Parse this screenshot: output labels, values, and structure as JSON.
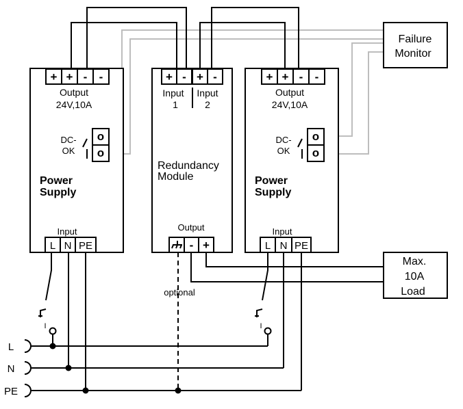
{
  "power_supply_left": {
    "terminals": [
      "+",
      "+",
      "-",
      "-"
    ],
    "output_label": "Output",
    "rating": "24V,10A",
    "dc_ok_line1": "DC-",
    "dc_ok_line2": "OK",
    "contact_symbol": "o",
    "title_line1": "Power",
    "title_line2": "Supply",
    "input_label": "Input",
    "input_terminals": [
      "L",
      "N",
      "PE"
    ],
    "switch_label": "I"
  },
  "redundancy_module": {
    "terminals": [
      "+",
      "-",
      "+",
      "-"
    ],
    "input1_line1": "Input",
    "input1_line2": "1",
    "input2_line1": "Input",
    "input2_line2": "2",
    "title_line1": "Redundancy",
    "title_line2": "Module",
    "output_label": "Output",
    "output_terminals": [
      "-",
      "+"
    ],
    "ground_icon": "ground-icon"
  },
  "power_supply_right": {
    "terminals": [
      "+",
      "+",
      "-",
      "-"
    ],
    "output_label": "Output",
    "rating": "24V,10A",
    "dc_ok_line1": "DC-",
    "dc_ok_line2": "OK",
    "contact_symbol": "o",
    "title_line1": "Power",
    "title_line2": "Supply",
    "input_label": "Input",
    "input_terminals": [
      "L",
      "N",
      "PE"
    ],
    "switch_label": "I"
  },
  "failure_monitor": {
    "line1": "Failure",
    "line2": "Monitor"
  },
  "load": {
    "line1": "Max.",
    "line2": "10A",
    "line3": "Load"
  },
  "optional_label": "optional",
  "mains": {
    "l": "L",
    "n": "N",
    "pe": "PE"
  }
}
